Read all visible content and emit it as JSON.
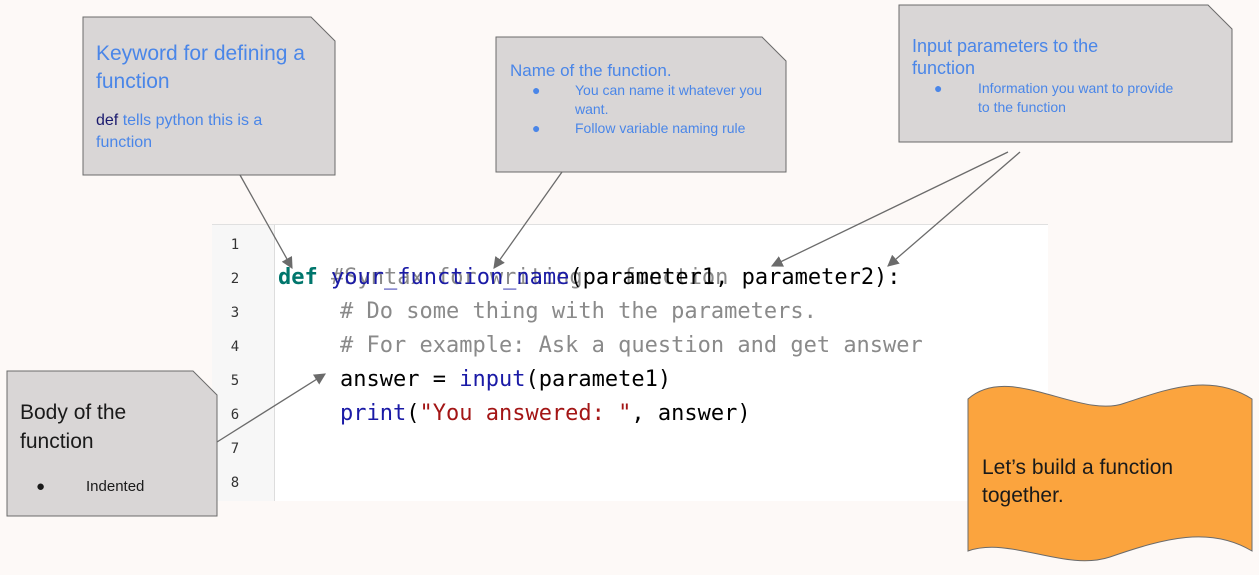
{
  "code": {
    "lines": [
      {
        "num": "1",
        "comment": "#Syntax for writing a function"
      },
      {
        "num": "2",
        "kw": "def",
        "fname": "your_function_name",
        "params": "(parameter1, parameter2):"
      },
      {
        "num": "3",
        "comment": "# Do some thing with the parameters."
      },
      {
        "num": "4",
        "comment": "# For example: Ask a question and get answer"
      },
      {
        "num": "5",
        "lhs": "answer = ",
        "call": "input",
        "args": "(paramete1)"
      },
      {
        "num": "6",
        "call": "print",
        "open": "(",
        "str": "\"You answered: \"",
        "rest": ", answer)"
      },
      {
        "num": "7"
      },
      {
        "num": "8"
      }
    ]
  },
  "callouts": {
    "keyword": {
      "title": "Keyword for defining a function",
      "def_word": "def",
      "desc": "tells python this is a function"
    },
    "name": {
      "title": "Name of the function.",
      "bullets": [
        "You can name it whatever you want.",
        "Follow variable naming rule"
      ]
    },
    "params": {
      "title": "Input parameters to the function",
      "bullets": [
        "Information you want to provide to the function"
      ]
    },
    "body": {
      "title": "Body of the function",
      "bullets": [
        "Indented"
      ]
    },
    "banner": {
      "text": "Let’s build a function together."
    }
  },
  "colors": {
    "callout_fill": "#d9d6d6",
    "callout_text": "#4a86e8",
    "banner_fill": "#fba43e",
    "keyword": "#00766c",
    "function": "#1a1aa6",
    "string": "#a31515",
    "comment": "#8a8a8a"
  },
  "bullet_glyph": "●"
}
